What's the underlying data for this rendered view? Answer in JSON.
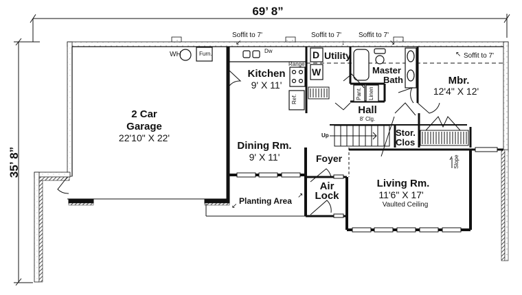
{
  "plan": {
    "overall_width": "69’ 8”",
    "overall_depth": "35’ 8”",
    "rooms": {
      "garage": {
        "name_line1": "2 Car",
        "name_line2": "Garage",
        "dims": "22'10\" X 22'"
      },
      "kitchen": {
        "name": "Kitchen",
        "dims": "9' X 11'"
      },
      "dining": {
        "name": "Dining Rm.",
        "dims": "9' X 11'"
      },
      "utility": {
        "name": "Utility"
      },
      "master_bath": {
        "name_line1": "Master",
        "name_line2": "Bath"
      },
      "mbr": {
        "name": "Mbr.",
        "dims": "12'4\" X 12'"
      },
      "hall": {
        "name": "Hall",
        "note": "8' Clg."
      },
      "foyer": {
        "name": "Foyer"
      },
      "air_lock": {
        "name_line1": "Air",
        "name_line2": "Lock"
      },
      "living": {
        "name": "Living Rm.",
        "dims": "11'6\" X 17'",
        "note": "Vaulted Ceiling"
      },
      "stor_clos": {
        "name_line1": "Stor.",
        "name_line2": "Clos"
      },
      "planting": {
        "name": "Planting Area"
      }
    },
    "fixtures": {
      "water_heater": "WH",
      "furnace": "Furn.",
      "dishwasher": "Dw",
      "range": "Range",
      "refrigerator": "Ref.",
      "dryer": "D",
      "washer": "W",
      "pantry": "Pant.",
      "linen": "Linen"
    },
    "notes": {
      "soffit_1": "Soffit to 7'",
      "soffit_2": "Soffit to 7'",
      "soffit_3": "Soffit to 7'",
      "soffit_4": "Soffit to 7'",
      "stairs_up": "Up",
      "slope": "Slope"
    }
  }
}
